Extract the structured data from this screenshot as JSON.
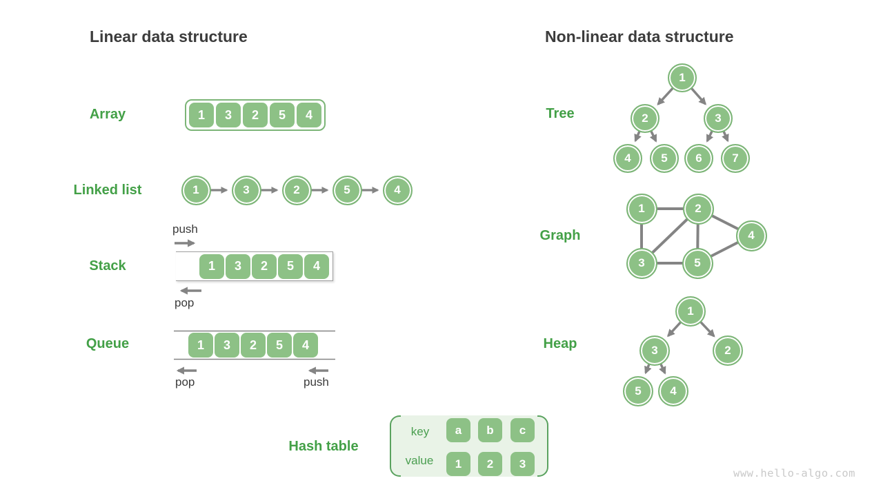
{
  "titles": {
    "linear": "Linear data structure",
    "nonlinear": "Non-linear data structure"
  },
  "array": {
    "label": "Array",
    "values": [
      "1",
      "3",
      "2",
      "5",
      "4"
    ]
  },
  "linked_list": {
    "label": "Linked list",
    "values": [
      "1",
      "3",
      "2",
      "5",
      "4"
    ]
  },
  "stack": {
    "label": "Stack",
    "values": [
      "1",
      "3",
      "2",
      "5",
      "4"
    ],
    "push_label": "push",
    "pop_label": "pop"
  },
  "queue": {
    "label": "Queue",
    "values": [
      "1",
      "3",
      "2",
      "5",
      "4"
    ],
    "push_label": "push",
    "pop_label": "pop"
  },
  "hash_table": {
    "label": "Hash table",
    "key_header": "key",
    "value_header": "value",
    "keys": [
      "a",
      "b",
      "c"
    ],
    "values": [
      "1",
      "2",
      "3"
    ]
  },
  "tree": {
    "label": "Tree",
    "nodes": [
      "1",
      "2",
      "3",
      "4",
      "5",
      "6",
      "7"
    ]
  },
  "graph": {
    "label": "Graph",
    "nodes": [
      "1",
      "2",
      "3",
      "4",
      "5"
    ]
  },
  "heap": {
    "label": "Heap",
    "nodes": [
      "1",
      "3",
      "2",
      "5",
      "4"
    ]
  },
  "watermark": "www.hello-algo.com",
  "colors": {
    "node_green": "#8dc186",
    "node_border_green": "#7cb577",
    "label_green": "#43a047",
    "arrow_gray": "#848484",
    "title_gray": "#3c3c3c",
    "hash_bg": "#e9f3e7",
    "hash_bracket": "#5aa25f"
  }
}
